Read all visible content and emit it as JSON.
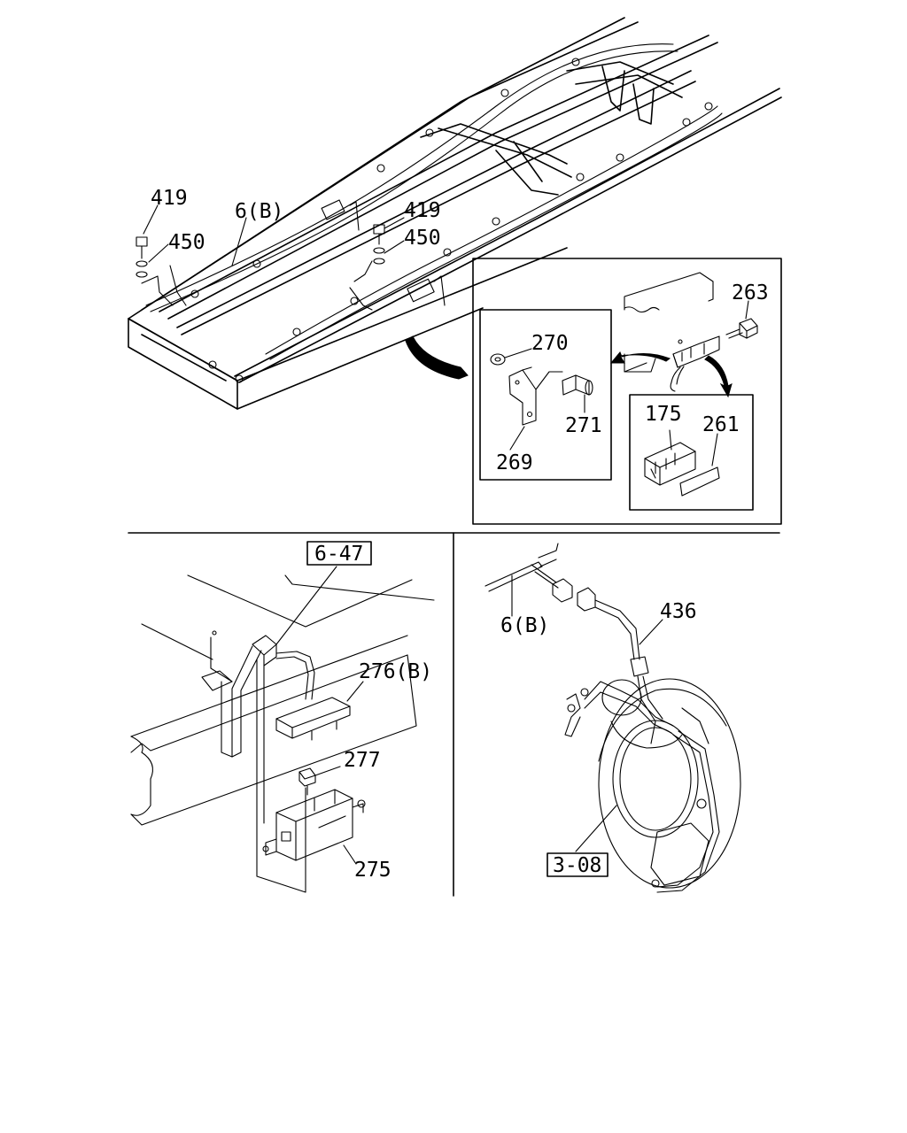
{
  "labels": {
    "top": {
      "bolt_left": "419",
      "washer_left": "450",
      "harness_top": "6(B)",
      "bolt_mid": "419",
      "washer_mid": "450",
      "bolt_263": "263",
      "nut_270": "270",
      "bolt_271": "271",
      "bracket_269": "269",
      "holder_175": "175",
      "cover_261": "261"
    },
    "bottom_left": {
      "ref_box": "6-47",
      "cover_276": "276(B)",
      "bolt_277": "277",
      "switch_275": "275"
    },
    "bottom_right": {
      "harness_6b": "6(B)",
      "harness_436": "436",
      "ref_box": "3-08"
    }
  }
}
